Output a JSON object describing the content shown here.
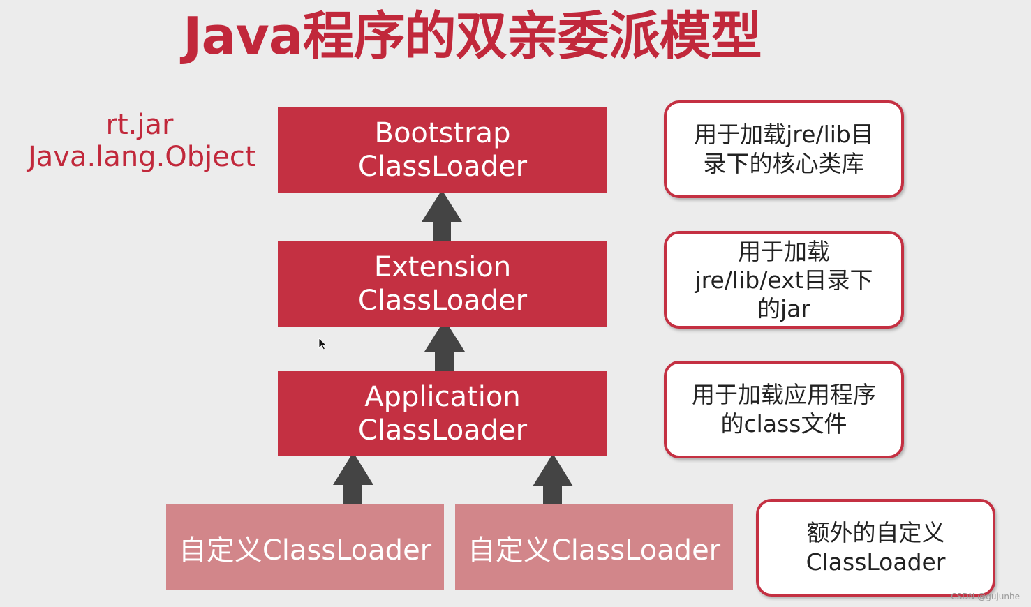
{
  "title": "Java程序的双亲委派模型",
  "side_note": {
    "line1": "rt.jar",
    "line2": "Java.lang.Object"
  },
  "loaders": {
    "bootstrap": {
      "line1": "Bootstrap",
      "line2": "ClassLoader"
    },
    "extension": {
      "line1": "Extension",
      "line2": "ClassLoader"
    },
    "application": {
      "line1": "Application",
      "line2": "ClassLoader"
    },
    "custom1": "自定义ClassLoader",
    "custom2": "自定义ClassLoader"
  },
  "descriptions": {
    "bootstrap": {
      "line1": "用于加载jre/lib目",
      "line2": "录下的核心类库"
    },
    "extension": {
      "line1": "用于加载",
      "line2": "jre/lib/ext目录下",
      "line3": "的jar"
    },
    "application": {
      "line1": "用于加载应用程序",
      "line2": "的class文件"
    },
    "custom": {
      "line1": "额外的自定义",
      "line2": "ClassLoader"
    }
  },
  "watermark": "CSDN @gujunhe",
  "colors": {
    "accent": "#c43042",
    "title": "#c1283b",
    "custom_fill": "#d2868a",
    "arrow": "#444444",
    "background": "#ececec"
  }
}
